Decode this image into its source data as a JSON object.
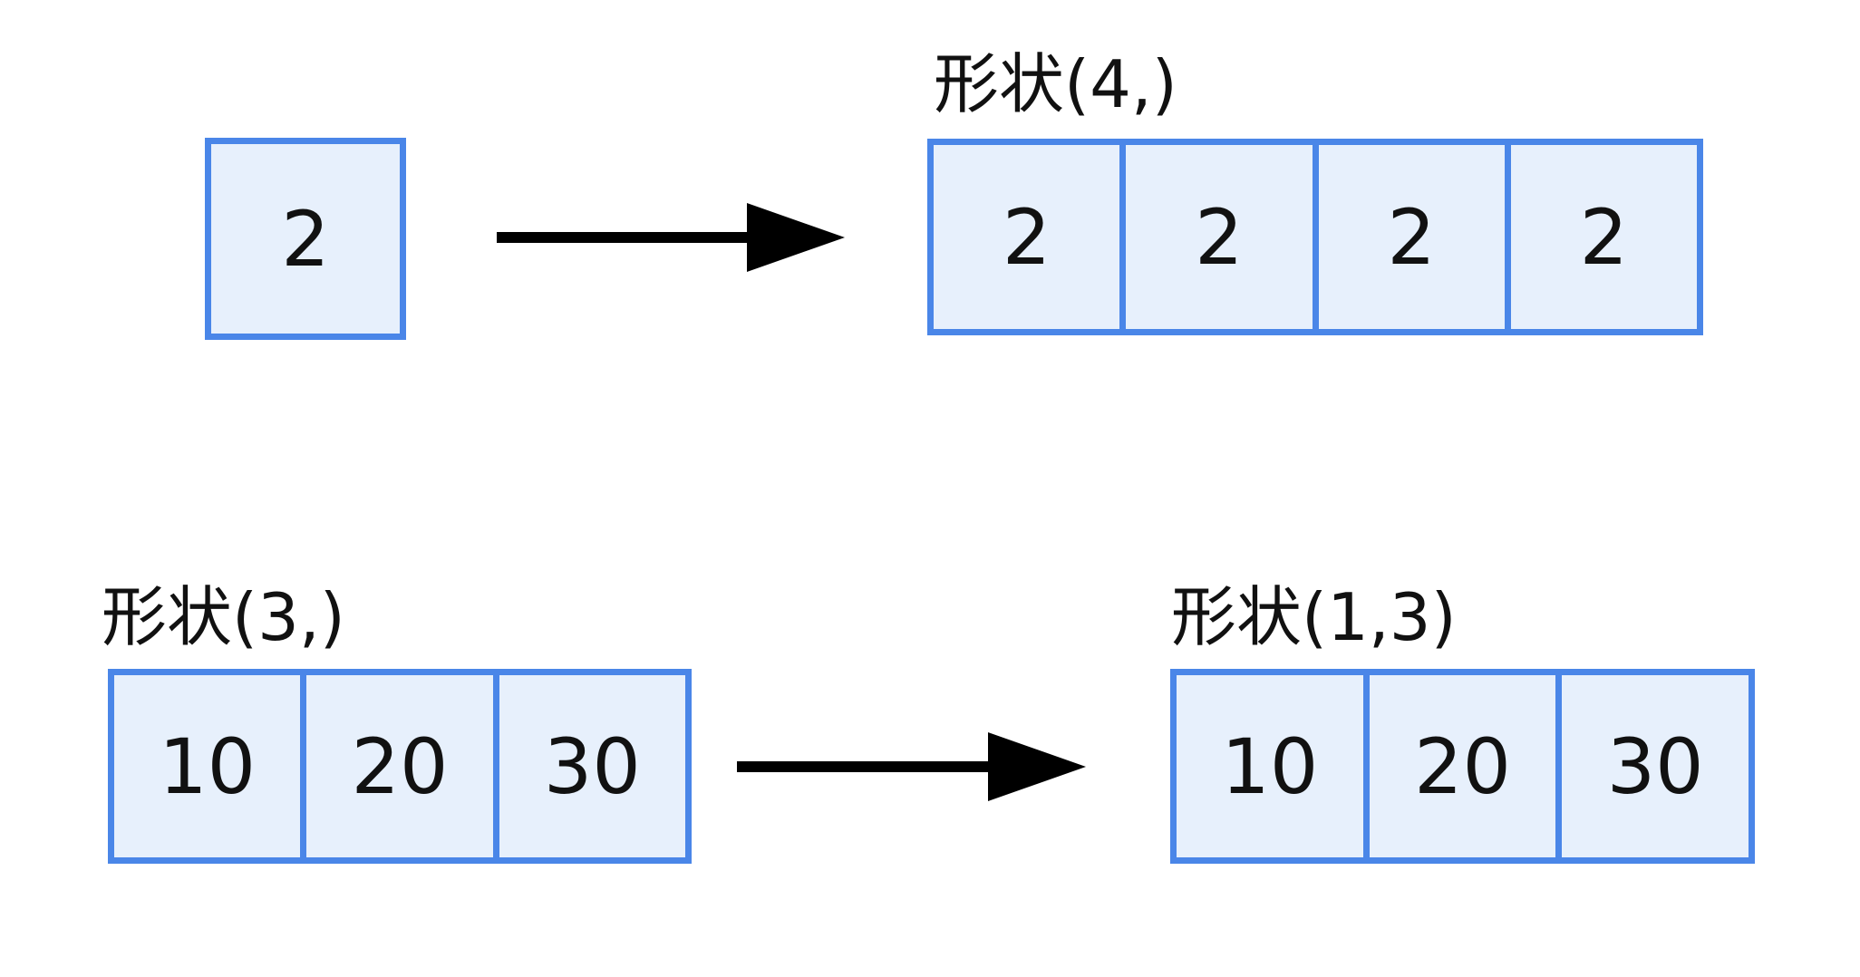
{
  "page": {
    "background": "#ffffff"
  },
  "colors": {
    "box_border": "#4a86e8",
    "box_fill": "#e7f0fc",
    "arrow": "#000000",
    "text": "#111111"
  },
  "icons": {
    "top_arrow": "arrow-right-icon",
    "bottom_arrow": "arrow-right-icon"
  },
  "top_row": {
    "scalar_box": {
      "cells": [
        "2"
      ]
    },
    "result_array": {
      "label": "形状(4,)",
      "cells": [
        "2",
        "2",
        "2",
        "2"
      ]
    }
  },
  "bottom_row": {
    "source_array": {
      "label": "形状(3,)",
      "cells": [
        "10",
        "20",
        "30"
      ]
    },
    "result_array": {
      "label": "形状(1,3)",
      "cells": [
        "10",
        "20",
        "30"
      ]
    }
  }
}
